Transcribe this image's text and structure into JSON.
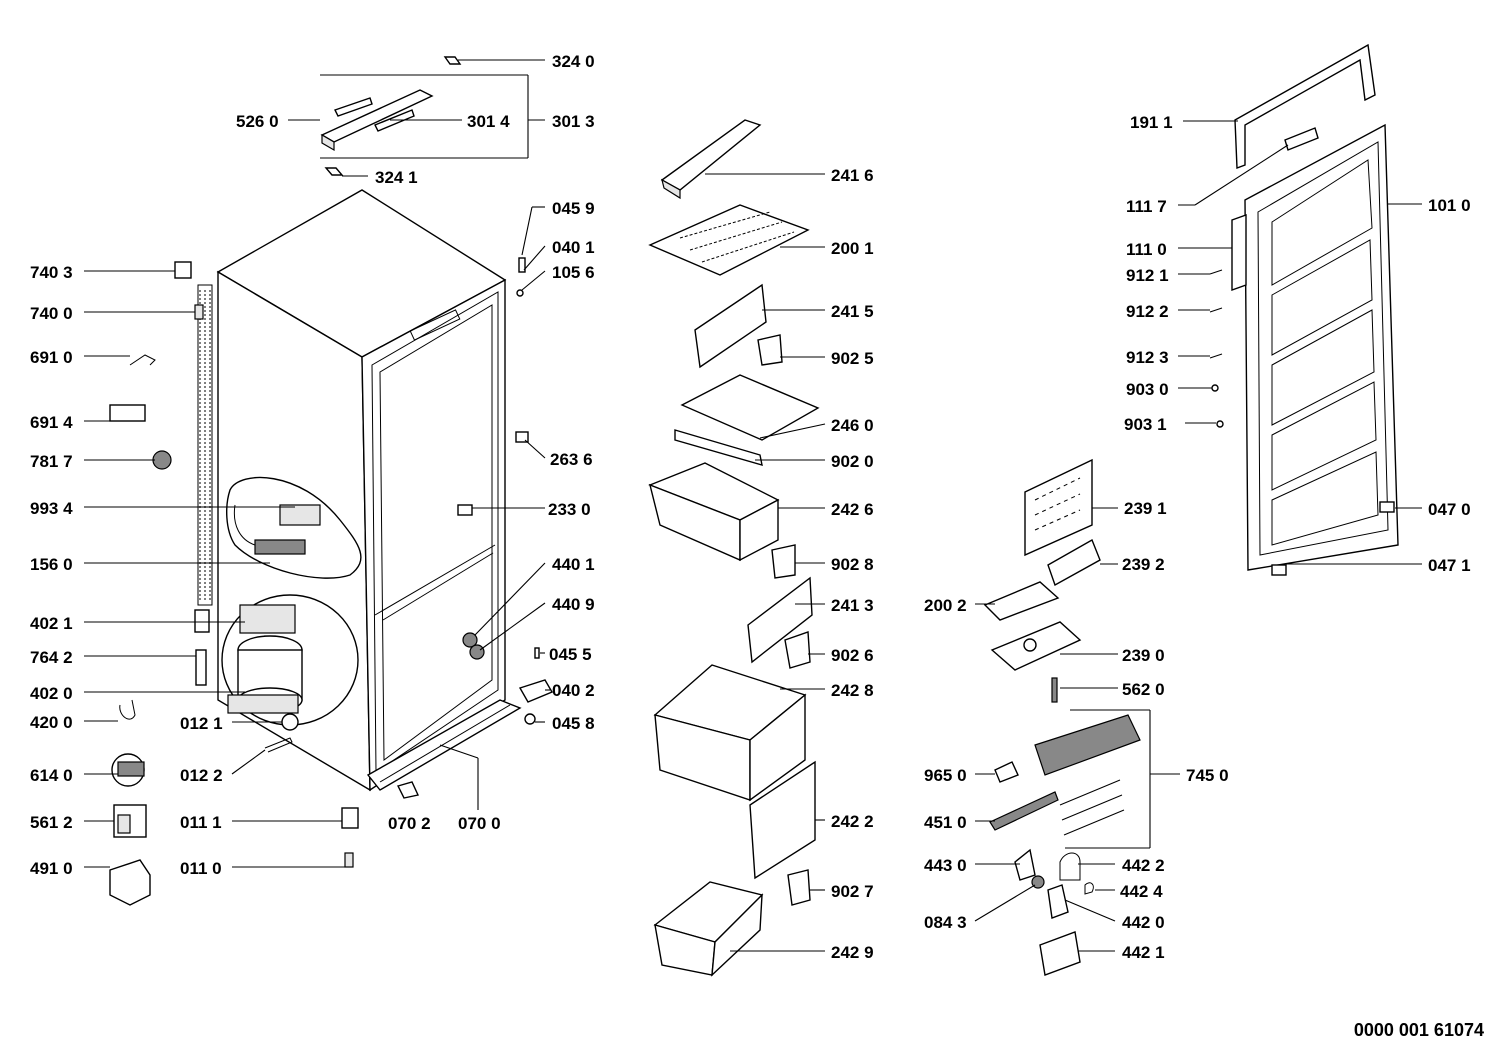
{
  "document_number": "0000 001 61074",
  "labels": {
    "l3240": "324 0",
    "l5260": "526 0",
    "l3014": "301 4",
    "l3013": "301 3",
    "l3241": "324 1",
    "l0459": "045 9",
    "l0401": "040 1",
    "l1056": "105 6",
    "l7403": "740 3",
    "l7400": "740 0",
    "l6910": "691 0",
    "l6914": "691 4",
    "l7817": "781 7",
    "l9934": "993 4",
    "l1560": "156 0",
    "l4021": "402 1",
    "l7642": "764 2",
    "l4020": "402 0",
    "l4200": "420 0",
    "l6140": "614 0",
    "l5612": "561 2",
    "l4910": "491 0",
    "l0121": "012 1",
    "l0122": "012 2",
    "l0111": "011 1",
    "l0110": "011 0",
    "l0702": "070 2",
    "l0700": "070 0",
    "l2636": "263 6",
    "l2330": "233 0",
    "l4401": "440 1",
    "l4409": "440 9",
    "l0455": "045 5",
    "l0402": "040 2",
    "l0458": "045 8",
    "l2416": "241 6",
    "l2001": "200 1",
    "l2415": "241 5",
    "l9025": "902 5",
    "l2460": "246 0",
    "l9020": "902 0",
    "l2426": "242 6",
    "l9028": "902 8",
    "l2413": "241 3",
    "l9026": "902 6",
    "l2428": "242 8",
    "l2422": "242 2",
    "l9027": "902 7",
    "l2429": "242 9",
    "l1911": "191 1",
    "l1117": "111 7",
    "l1110": "111 0",
    "l9121": "912 1",
    "l9122": "912 2",
    "l9123": "912 3",
    "l9030": "903 0",
    "l9031": "903 1",
    "l1010": "101 0",
    "l0470": "047 0",
    "l0471": "047 1",
    "l2391": "239 1",
    "l2392": "239 2",
    "l2002": "200 2",
    "l2390": "239 0",
    "l5620": "562 0",
    "l7450": "745 0",
    "l9650": "965 0",
    "l4510": "451 0",
    "l4430": "443 0",
    "l4422": "442 2",
    "l4424": "442 4",
    "l0843": "084 3",
    "l4420": "442 0",
    "l4421": "442 1"
  }
}
